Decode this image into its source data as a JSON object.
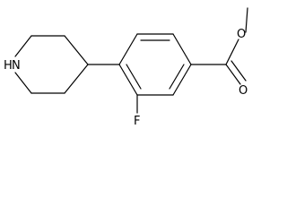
{
  "molecule": {
    "atoms": {
      "nitrogen": "N",
      "nitrogen_h": "H",
      "fluorine": "F",
      "carbonyl_oxygen": "O",
      "ester_oxygen": "O"
    },
    "colors": {
      "bond": "#000000",
      "background": "#ffffff"
    }
  }
}
